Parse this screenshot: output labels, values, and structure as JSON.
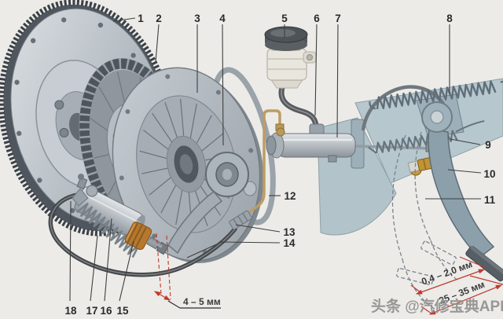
{
  "diagram": {
    "watermark": "头条 @汽修宝典APP",
    "callout_labels": [
      "1",
      "2",
      "3",
      "4",
      "5",
      "6",
      "7",
      "8",
      "9",
      "10",
      "11",
      "12",
      "13",
      "14",
      "15",
      "16",
      "17",
      "18"
    ],
    "measurements": {
      "fork_gap": "4 – 5 мм",
      "pedal_free_play": "0,4 – 2,0 мм",
      "pedal_travel": "25 – 35 мм"
    },
    "colors": {
      "background": "#ecebe8",
      "bracket_panel_blue": "#b7c7ce",
      "pedal_blue_gray": "#8ba0ab",
      "boot_orange": "#b5782e",
      "pipe_tan": "#bd9d62",
      "hose_dark": "#44474a",
      "dimension_red": "#c0392b",
      "label_ink": "#2a2a2a",
      "watermark_gray": "#8f8f8d"
    }
  }
}
